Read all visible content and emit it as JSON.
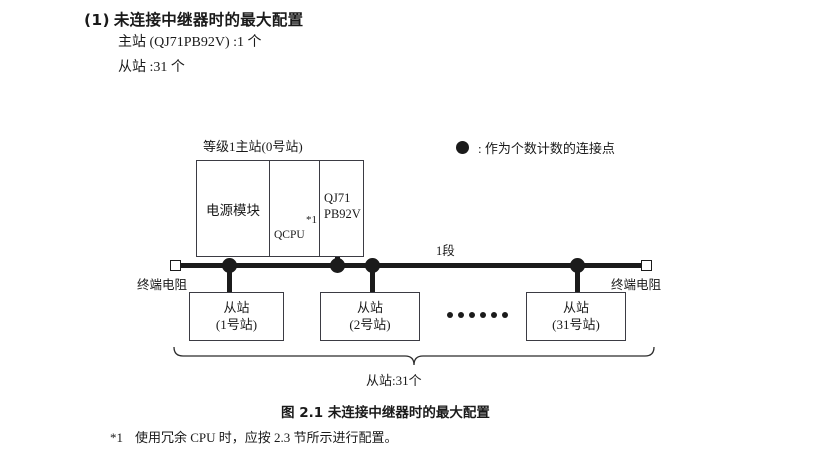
{
  "heading": {
    "number": "(1)",
    "text": "未连接中继器时的最大配置"
  },
  "spec_lines": [
    "主站 (QJ71PB92V) :1 个",
    "从站 :31 个"
  ],
  "diagram": {
    "master_caption": "等级1主站(0号站)",
    "master_cells": {
      "power": "电源模块",
      "qcpu": "QCPU",
      "qcpu_note": "*1",
      "network_line1": "QJ71",
      "network_line2": "PB92V"
    },
    "legend": {
      "marker": "filled-circle",
      "separator": ":",
      "text": "作为个数计数的连接点"
    },
    "segment_label": "1段",
    "terminal_resistor_left": "终端电阻",
    "terminal_resistor_right": "终端电阻",
    "slaves": [
      {
        "title": "从站",
        "station": "(1号站)"
      },
      {
        "title": "从站",
        "station": "(2号站)"
      },
      {
        "title": "从站",
        "station": "(31号站)"
      }
    ],
    "ellipsis_dot_count": 6,
    "brace_label": "从站:31个"
  },
  "figure_caption": "图 2.1  未连接中继器时的最大配置",
  "footnote": {
    "mark": "*1",
    "text": "使用冗余 CPU 时，应按 2.3 节所示进行配置。"
  },
  "colors": {
    "ink": "#1a1a1a",
    "line": "#1b1b1b",
    "box_border": "#3b3b43",
    "page_bg": "#ffffff"
  }
}
